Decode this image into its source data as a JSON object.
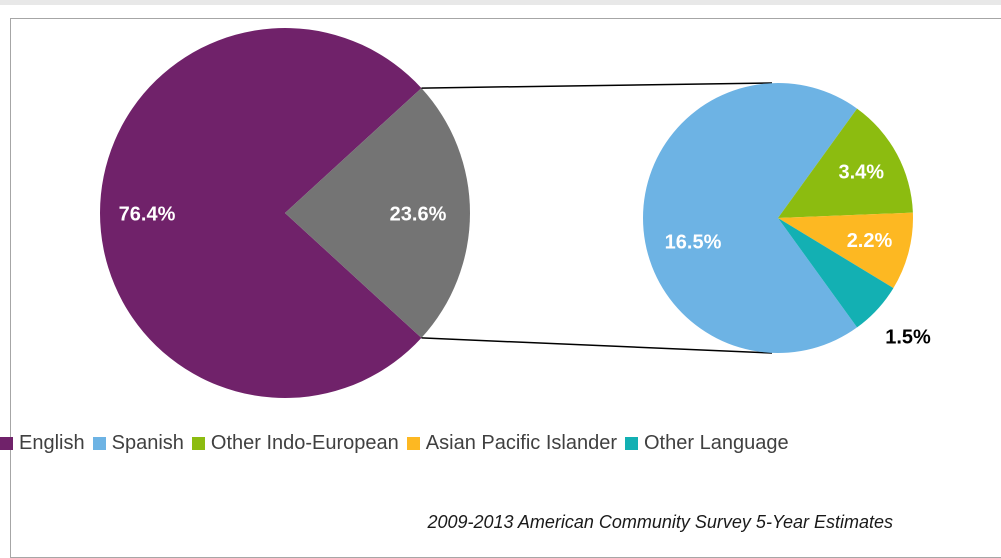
{
  "chart_data": {
    "type": "pie",
    "primary": {
      "slices": [
        {
          "name": "English",
          "value": 76.4,
          "label": "76.4%",
          "color": "#70226a"
        },
        {
          "name": "",
          "value": 23.6,
          "label": "23.6%",
          "color": "#747474"
        }
      ]
    },
    "secondary": {
      "slices": [
        {
          "name": "Spanish",
          "value": 16.5,
          "label": "16.5%",
          "color": "#6db3e4"
        },
        {
          "name": "Other Indo-European",
          "value": 3.4,
          "label": "3.4%",
          "color": "#8cbc10"
        },
        {
          "name": "Asian Pacific Islander",
          "value": 2.2,
          "label": "2.2%",
          "color": "#fdb822"
        },
        {
          "name": "Other Language",
          "value": 1.5,
          "label": "1.5%",
          "color": "#13b0b3"
        }
      ]
    },
    "legend": [
      "English",
      "Spanish",
      "Other Indo-European",
      "Asian Pacific Islander",
      "Other Language"
    ],
    "legend_position": "bottom",
    "source": "2009-2013 American Community Survey 5-Year Estimates"
  }
}
